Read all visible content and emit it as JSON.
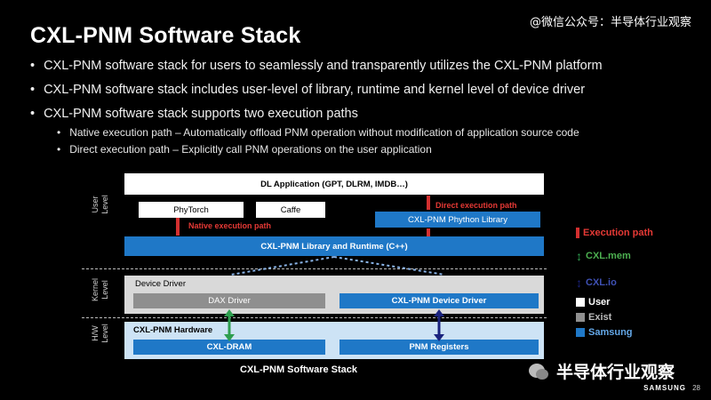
{
  "watermark_top": "@微信公众号：半导体行业观察",
  "title": "CXL-PNM Software Stack",
  "bullets": [
    "CXL-PNM software stack for users to seamlessly and transparently utilizes the CXL-PNM platform",
    "CXL-PNM software stack includes user-level of library, runtime and kernel level of device driver",
    "CXL-PNM software stack supports two execution paths"
  ],
  "sub_bullets": [
    "Native execution path – Automatically offload PNM operation without modification of application source code",
    "Direct execution path – Explicitly call PNM operations on the user application"
  ],
  "diagram": {
    "levels": {
      "user": "User Level",
      "kernel": "Kernel Level",
      "hw": "H/W Level"
    },
    "dl_application": "DL Application (GPT, DLRM, IMDB…)",
    "phytorch": "PhyTorch",
    "caffe": "Caffe",
    "python_library": "CXL-PNM Phython Library",
    "native_path": "Native execution path",
    "direct_path": "Direct execution path",
    "library_runtime": "CXL-PNM Library and Runtime (C++)",
    "device_driver": "Device Driver",
    "dax_driver": "DAX Driver",
    "pnm_device_driver": "CXL-PNM Device Driver",
    "hardware": "CXL-PNM Hardware",
    "cxl_dram": "CXL-DRAM",
    "pnm_registers": "PNM Registers",
    "caption": "CXL-PNM Software Stack"
  },
  "legend": {
    "execution_path": "Execution path",
    "cxl_mem": "CXL.mem",
    "cxl_io": "CXL.io",
    "user": "User",
    "exist": "Exist",
    "samsung": "Samsung"
  },
  "colors": {
    "red": "#d32f2f",
    "green": "#2e9e4f",
    "blue": "#1f78c7",
    "navy": "#1a237e",
    "grey": "#8f8f8f"
  },
  "footer": {
    "wechat_label": "半导体行业观察",
    "brand": "SAMSUNG",
    "page": "28"
  }
}
